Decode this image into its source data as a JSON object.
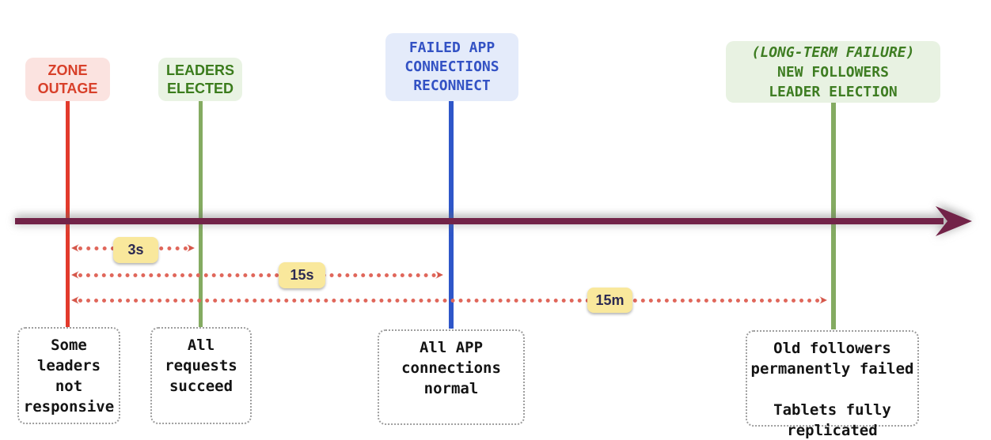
{
  "colors": {
    "timeline": "#722348",
    "duration_dots": "#e0675b",
    "arrowhead": "#d5574a",
    "badge_bg": "#f9e89c",
    "badge_text": "#2c2a52",
    "note_border": "#9e9e9e",
    "note_text": "#141414"
  },
  "events": [
    {
      "id": "zone-outage",
      "label": "ZONE\nOUTAGE",
      "label_color": "#d8402a",
      "label_bg": "#fbe3e0",
      "line_color": "#e23a2c",
      "note": "Some\nleaders\nnot\nresponsive"
    },
    {
      "id": "leaders-elected",
      "label": "LEADERS\nELECTED",
      "label_color": "#3b7c1c",
      "label_bg": "#e9f3e3",
      "line_color": "#84ab61",
      "note": "All\nrequests\nsucceed"
    },
    {
      "id": "failed-app-connections-reconnect",
      "label": "FAILED APP\nCONNECTIONS\nRECONNECT",
      "label_color": "#3352c4",
      "label_bg": "#e4ebfa",
      "line_color": "#2e56c9",
      "note": "All APP\nconnections\nnormal"
    },
    {
      "id": "long-term-failure",
      "label_italic": "(LONG-TERM FAILURE)",
      "label": "NEW FOLLOWERS\nLEADER ELECTION",
      "label_color": "#3e7d22",
      "label_bg": "#e8f2e2",
      "line_color": "#84ab61",
      "note": "Old followers\npermanently failed\n\nTablets fully\nreplicated"
    }
  ],
  "durations": [
    {
      "label": "3s"
    },
    {
      "label": "15s"
    },
    {
      "label": "15m"
    }
  ]
}
